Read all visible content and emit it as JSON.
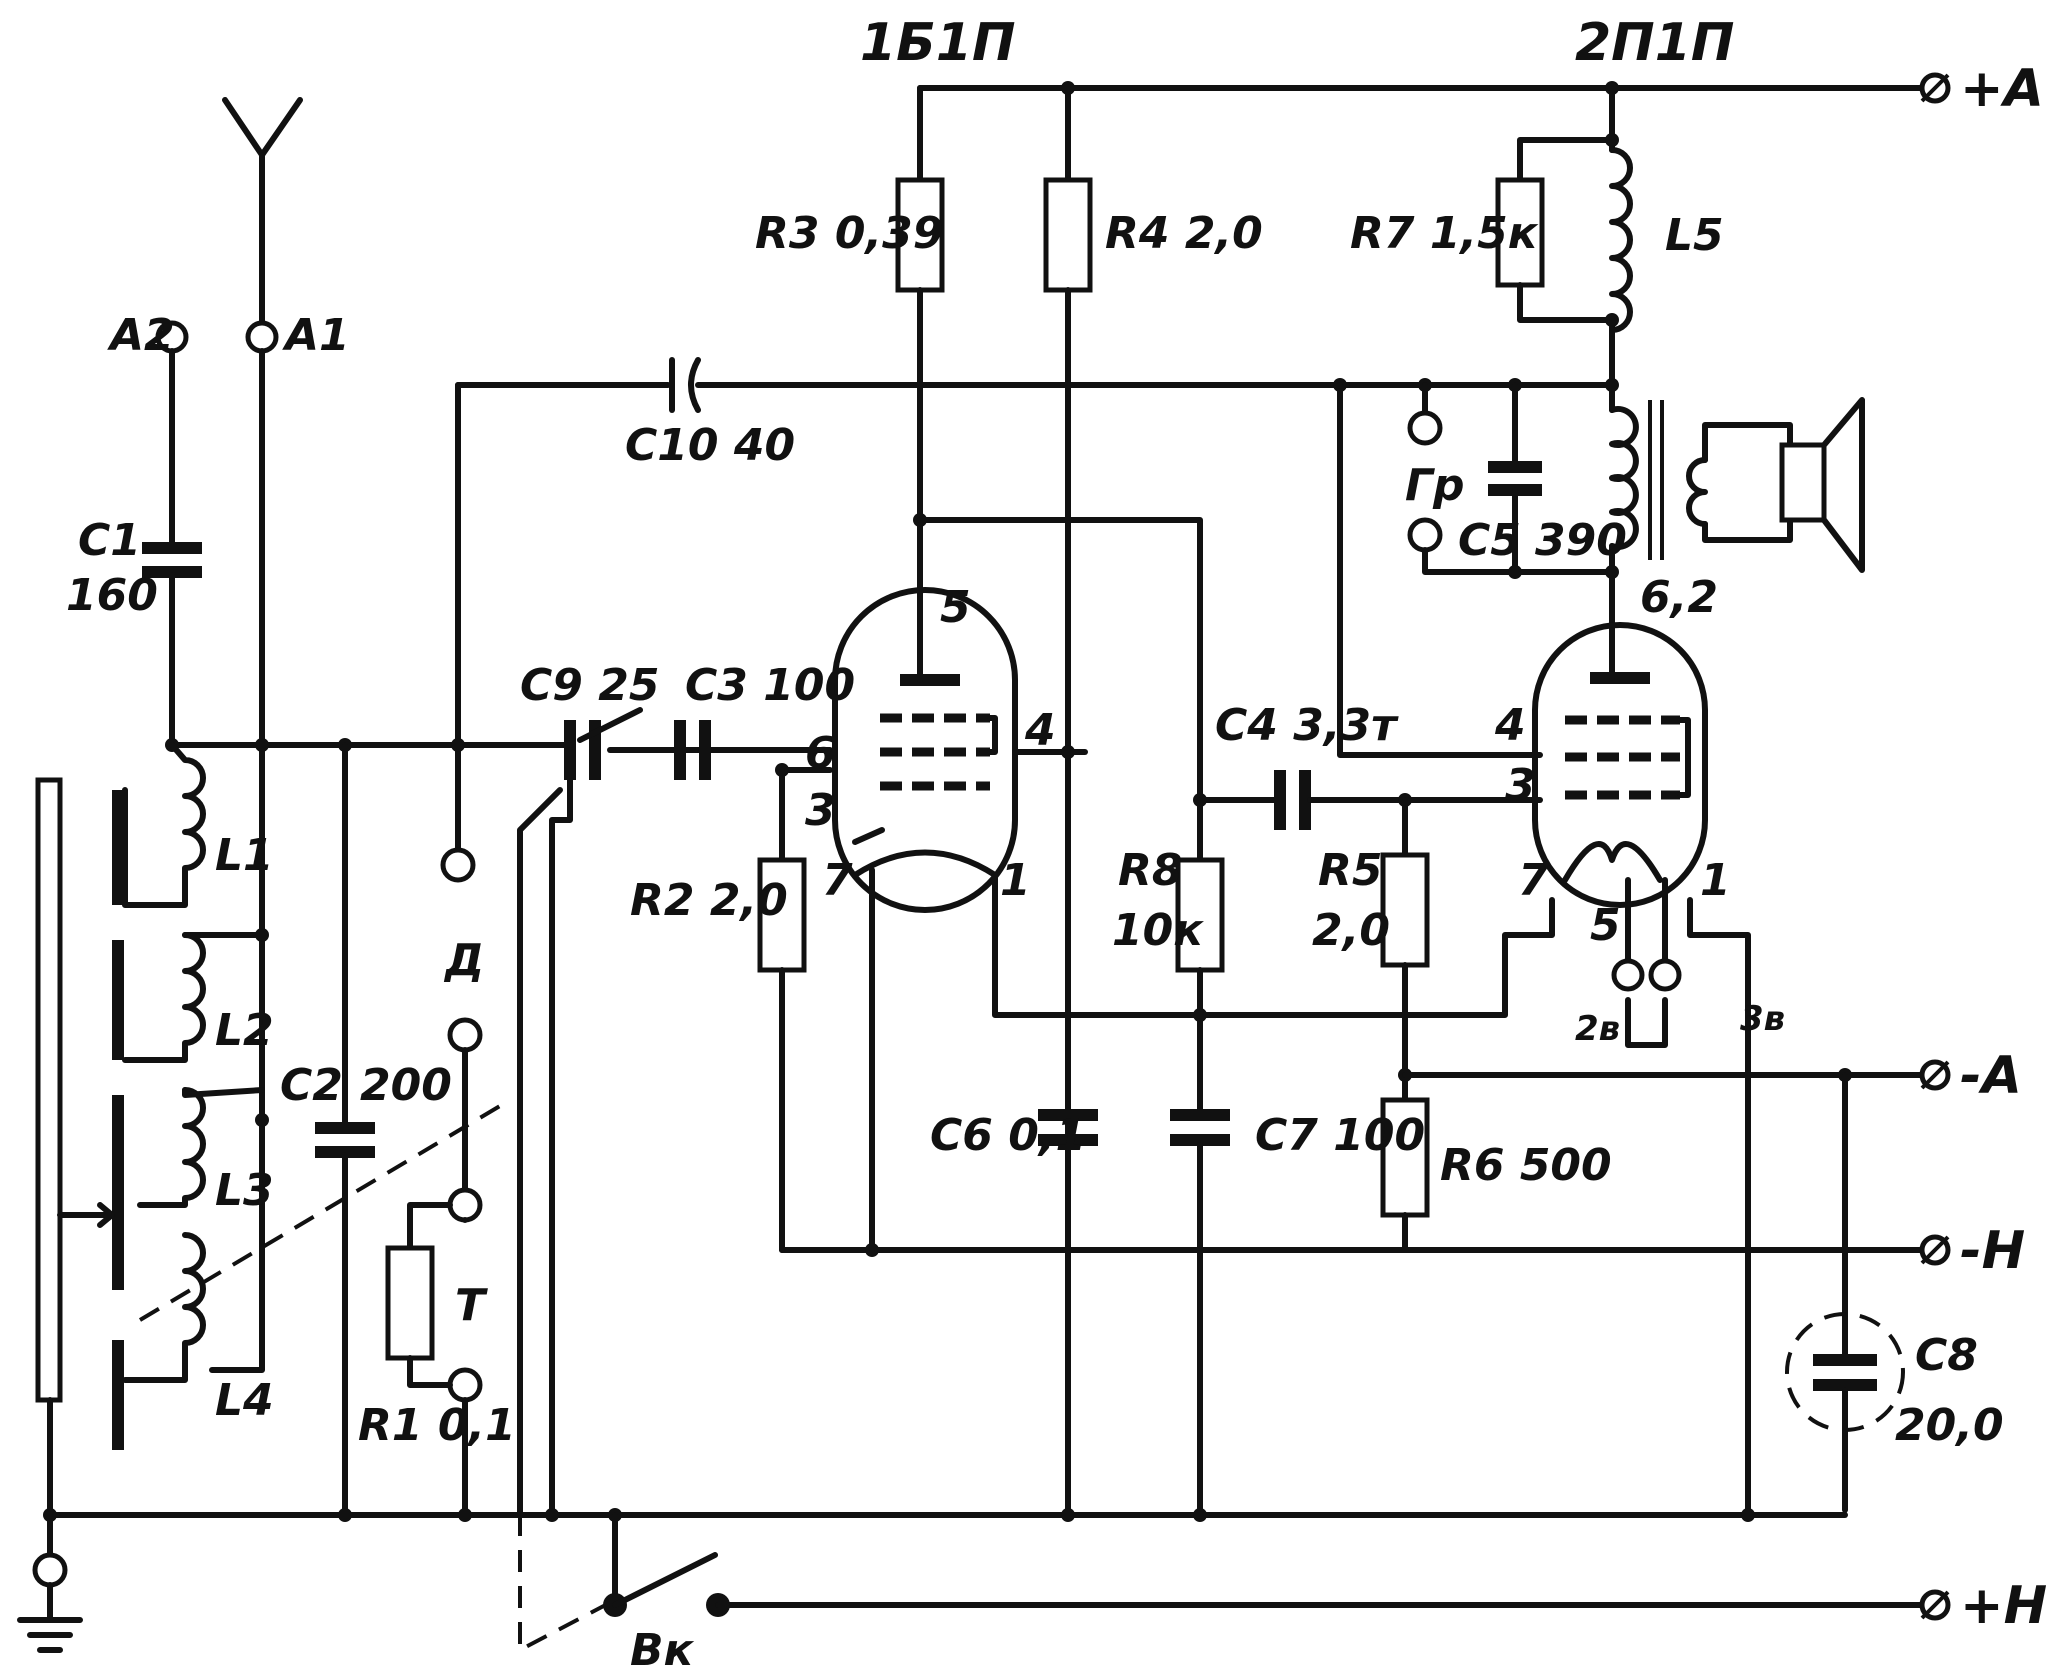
{
  "tubes": {
    "v1": "1Б1П",
    "v2": "2П1П"
  },
  "terminals": {
    "plus_a": "+A",
    "minus_a": "-A",
    "minus_n": "-Н",
    "plus_n": "+Н",
    "a2": "A2",
    "a1": "A1"
  },
  "components": {
    "r3": "R3 0,39",
    "r4": "R4 2,0",
    "r7": "R7 1,5к",
    "l5": "L5",
    "c10": "C10 40",
    "c1": "C1",
    "c1_val": "160",
    "c9": "C9 25",
    "c3": "C3 100",
    "c4": "C4 3,3т",
    "c5": "C5",
    "c5_val": "390",
    "gr": "Гр",
    "r2": "R2 2,0",
    "r8": "R8",
    "r8_val": "10к",
    "r5": "R5",
    "r5_val": "2,0",
    "c2": "C2",
    "c2_val": "200",
    "c6": "C6 0,1",
    "c7": "C7 100",
    "r6": "R6 500",
    "c8": "C8",
    "c8_val": "20,0",
    "r1": "R1 0,1",
    "l1": "L1",
    "l2": "L2",
    "l3": "L3",
    "l4": "L4",
    "d": "Д",
    "t": "Т",
    "vk": "Вк",
    "v2_heater_a": "2в",
    "v2_heater_b": "3в"
  },
  "pins": {
    "v1_p5": "5",
    "v1_p6": "6",
    "v1_p4": "4",
    "v1_p3": "3",
    "v1_p7": "7",
    "v1_p1": "1",
    "v2_p62": "6,2",
    "v2_p4": "4",
    "v2_p3": "3",
    "v2_p7": "7",
    "v2_p5": "5",
    "v2_p1": "1"
  }
}
